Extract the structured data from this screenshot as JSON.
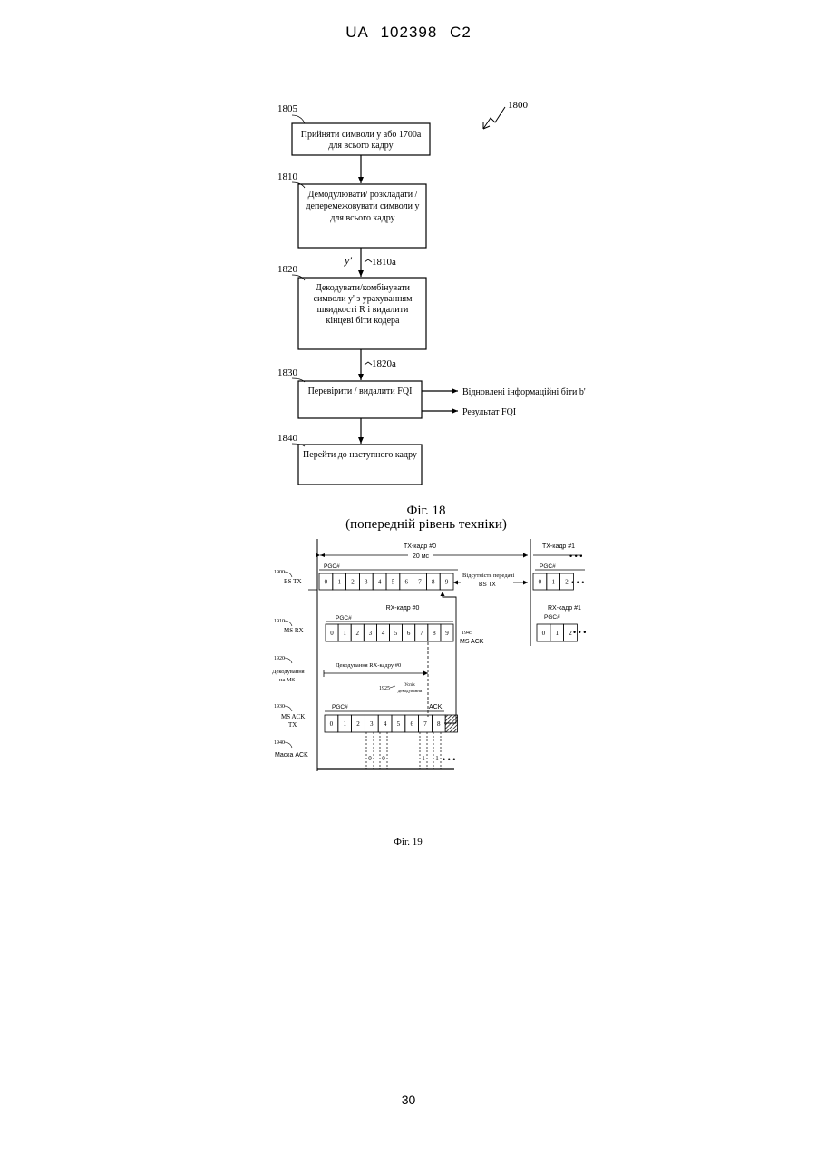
{
  "header": "UA  102398  C2",
  "page_number": "30",
  "fig18": {
    "figure_ref": "1800",
    "steps": [
      {
        "ref": "1805",
        "lines": [
          "Прийняти символи y або 1700a",
          "для всього кадру"
        ]
      },
      {
        "ref": "1810",
        "lines": [
          "Демодулювати/ розкладати /",
          "деперемежовувати символи y",
          "для всього кадру"
        ]
      },
      {
        "ref": "1820",
        "lines": [
          "Декодувати/комбінувати",
          "символи y' з урахуванням",
          "швидкості R і видалити",
          "кінцеві біти кодера"
        ]
      },
      {
        "ref": "1830",
        "lines": [
          "Перевірити / видалити FQI"
        ]
      },
      {
        "ref": "1840",
        "lines": [
          "Перейти до наступного кадру"
        ]
      }
    ],
    "signal_y": "y'",
    "signal_ref_1": "1810a",
    "signal_ref_2": "1820a",
    "output_bits": "Відновлені інформаційні біти b'",
    "output_fqi": "Результат FQI",
    "caption": "Фіг. 18",
    "subcaption": "(попередній рівень техніки)"
  },
  "fig19": {
    "tx_frame0": "TX-кадр #0",
    "tx_frame1": "TX-кадр #1",
    "duration": "20 мс",
    "pgc": "PGC#",
    "slots": [
      "0",
      "1",
      "2",
      "3",
      "4",
      "5",
      "6",
      "7",
      "8",
      "9"
    ],
    "slots_next": [
      "0",
      "1",
      "2"
    ],
    "ellipsis": "• • •",
    "row_bs_tx": {
      "ref": "1900",
      "label": "BS TX"
    },
    "row_ms_rx": {
      "ref": "1910",
      "label": "MS RX"
    },
    "row_decode": {
      "ref": "1920",
      "label1": "Декодування",
      "label2": "на MS"
    },
    "row_ack_tx": {
      "ref": "1930",
      "label1": "MS ACK",
      "label2": "TX"
    },
    "row_mask": {
      "ref": "1940",
      "label": "Маска ACK"
    },
    "rx_frame0": "RX-кадр #0",
    "rx_frame1": "RX-кадр #1",
    "no_tx_1": "Відсутність передачі",
    "no_tx_2": "BS TX",
    "ms_ack_ref": "1945",
    "ms_ack": "MS ACK",
    "decode_frame": "Декодування RX-кадру #0",
    "success_ref": "1925",
    "success_1": "Успіх",
    "success_2": "декодування",
    "ack": "ACK",
    "mask_values": [
      "0",
      "0",
      "1",
      "1"
    ],
    "caption": "Фіг. 19"
  }
}
